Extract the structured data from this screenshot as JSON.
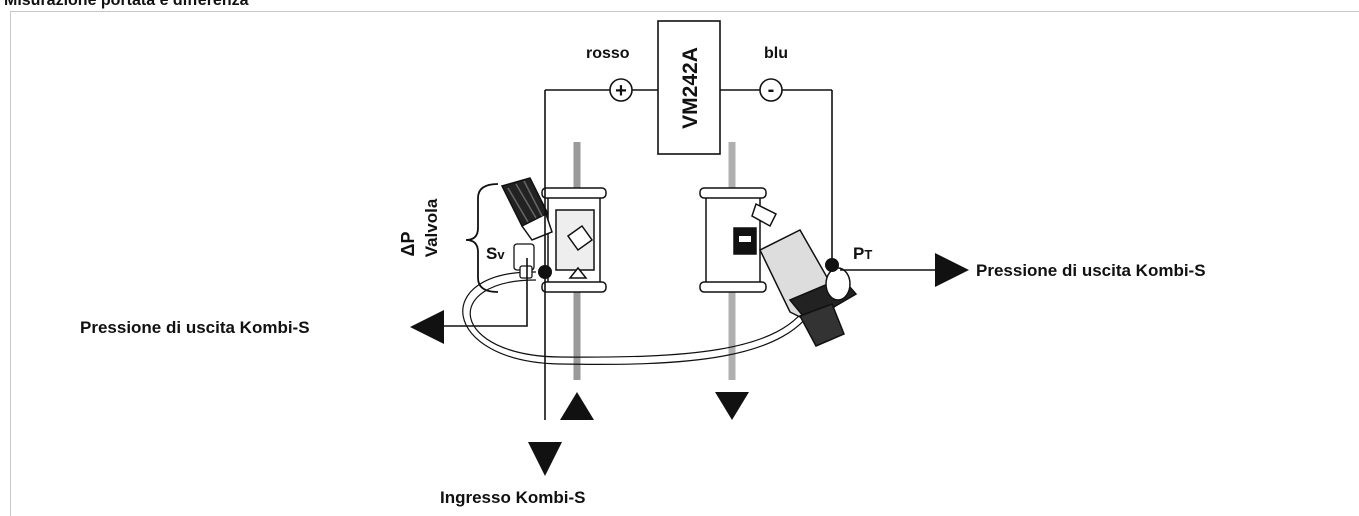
{
  "diagram": {
    "cropped_heading": "Misurazione portata e differenza",
    "instrument_label": "VM242A",
    "plus_probe_color_label": "rosso",
    "minus_probe_color_label": "blu",
    "plus_symbol": "+",
    "minus_symbol": "-",
    "delta_p": "ΔP",
    "valve_label": "Valvola",
    "sv_label": "Sv",
    "pt_label": "PT",
    "outlet_pressure_left": "Pressione di uscita Kombi-S",
    "outlet_pressure_right": "Pressione di uscita Kombi-S",
    "inlet_label": "Ingresso Kombi-S",
    "colors": {
      "line": "#111111",
      "pipe": "#9a9a9a",
      "valve_fill": "#ffffff"
    },
    "icons": [
      "arrow-up-icon",
      "arrow-down-icon",
      "arrow-left-icon",
      "arrow-right-icon",
      "handwheel-icon"
    ]
  }
}
